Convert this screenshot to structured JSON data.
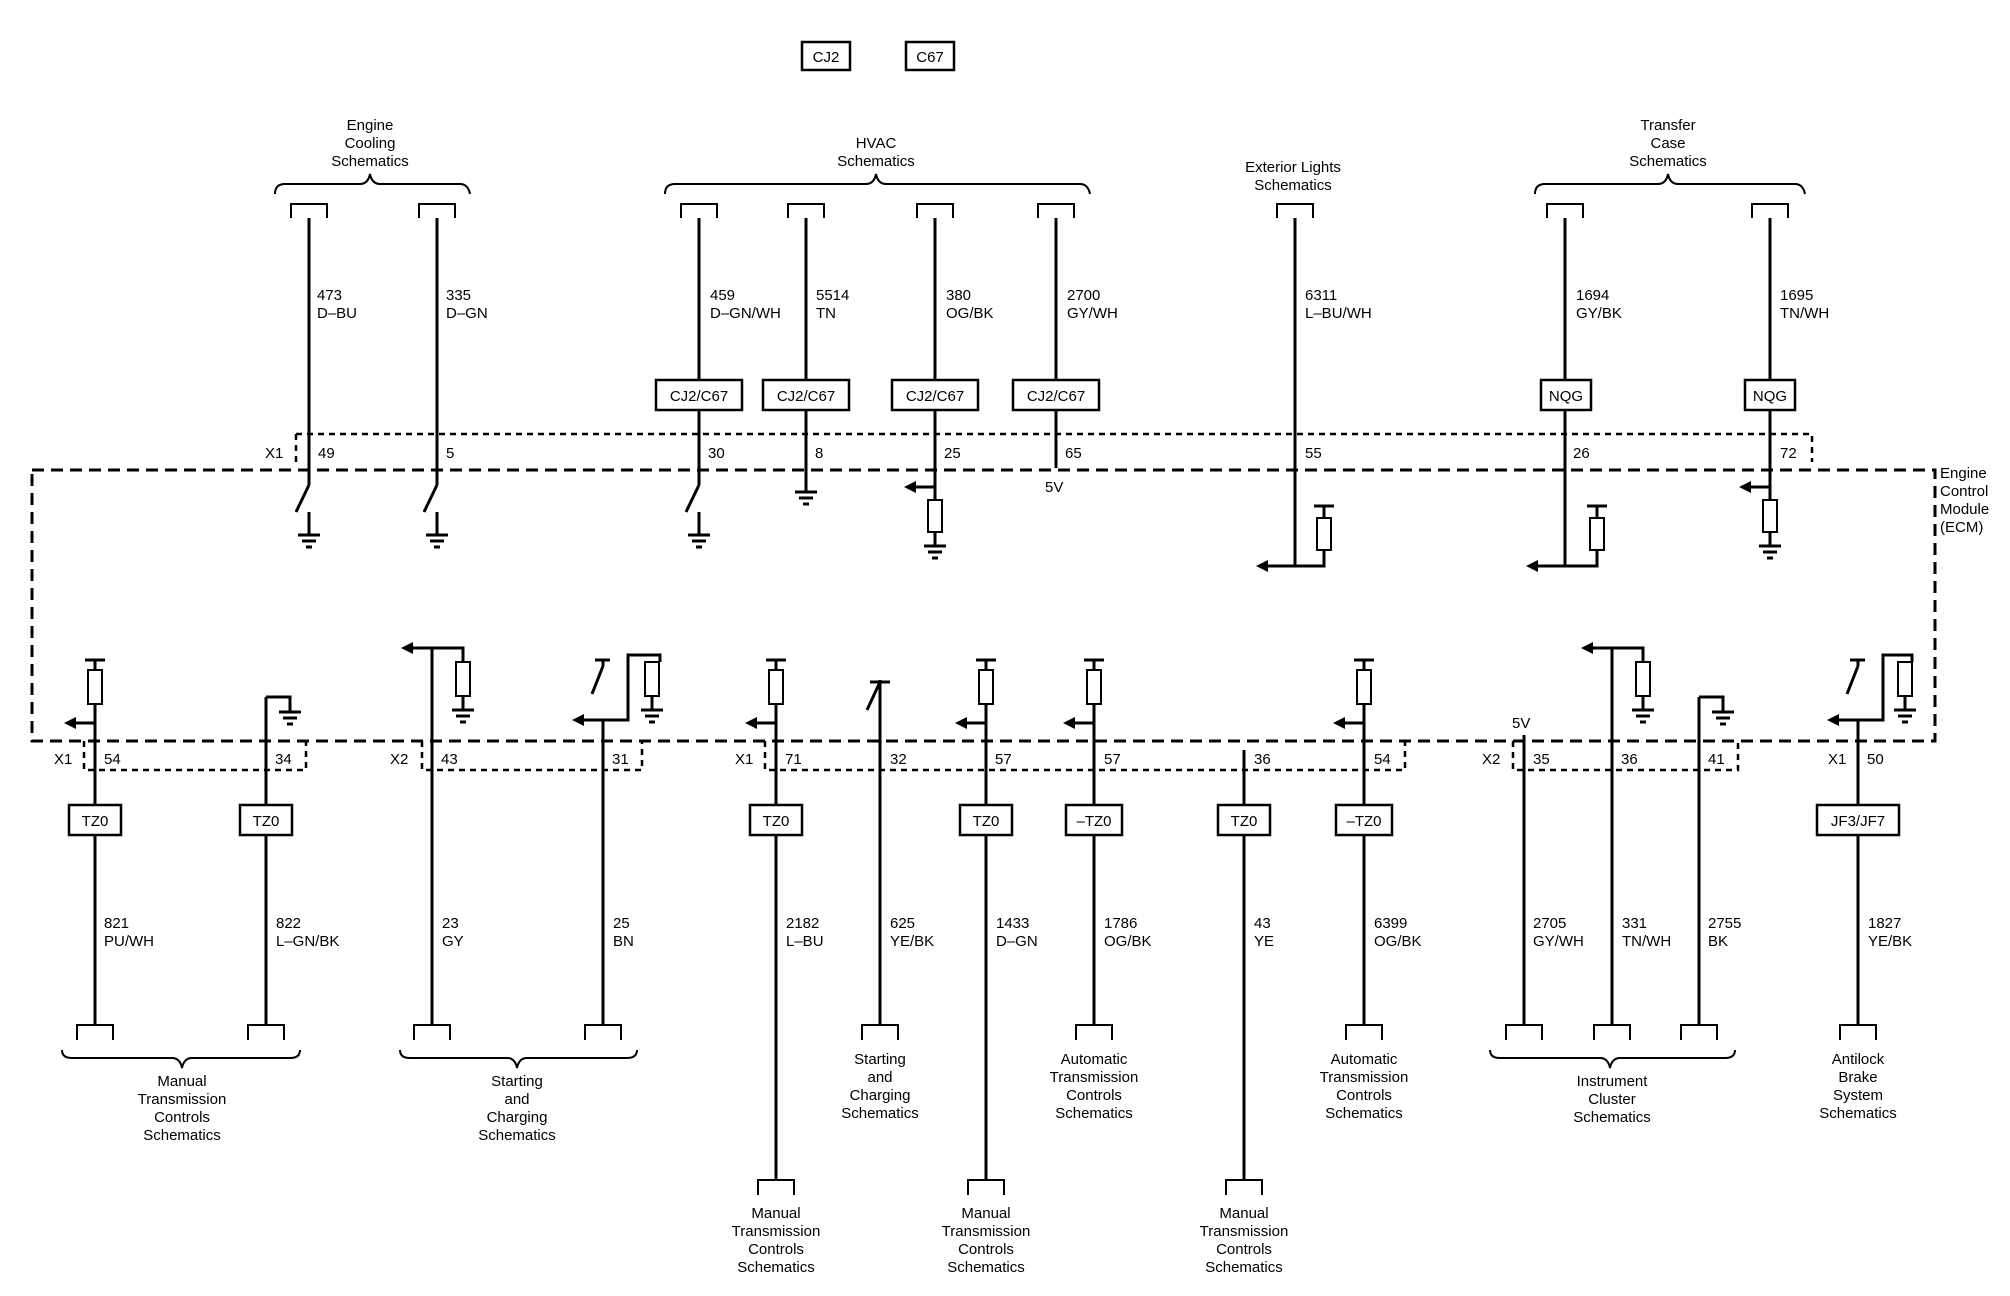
{
  "options": [
    "CJ2",
    "C67"
  ],
  "module": {
    "name": "Engine Control Module (ECM)",
    "lines": [
      "Engine",
      "Control",
      "Module",
      "(ECM)"
    ]
  },
  "top_groups": [
    {
      "lines": [
        "Engine",
        "Cooling",
        "Schematics"
      ]
    },
    {
      "lines": [
        "HVAC",
        "Schematics"
      ]
    },
    {
      "lines": [
        "Exterior Lights",
        "Schematics"
      ]
    },
    {
      "lines": [
        "Transfer",
        "Case",
        "Schematics"
      ]
    }
  ],
  "top_circuits": [
    {
      "circuit": "473",
      "color": "D–BU",
      "connector": "X1",
      "pin": "49"
    },
    {
      "circuit": "335",
      "color": "D–GN",
      "pin": "5"
    },
    {
      "circuit": "459",
      "color": "D–GN/WH",
      "option": "CJ2/C67",
      "pin": "30"
    },
    {
      "circuit": "5514",
      "color": "TN",
      "option": "CJ2/C67",
      "pin": "8"
    },
    {
      "circuit": "380",
      "color": "OG/BK",
      "option": "CJ2/C67",
      "pin": "25"
    },
    {
      "circuit": "2700",
      "color": "GY/WH",
      "option": "CJ2/C67",
      "pin": "65",
      "supply": "5V"
    },
    {
      "circuit": "6311",
      "color": "L–BU/WH",
      "pin": "55"
    },
    {
      "circuit": "1694",
      "color": "GY/BK",
      "option": "NQG",
      "pin": "26"
    },
    {
      "circuit": "1695",
      "color": "TN/WH",
      "option": "NQG",
      "pin": "72"
    }
  ],
  "bottom_circuits": [
    {
      "circuit": "821",
      "color": "PU/WH",
      "connector": "X1",
      "pin": "54",
      "option": "TZ0"
    },
    {
      "circuit": "822",
      "color": "L–GN/BK",
      "pin": "34",
      "option": "TZ0"
    },
    {
      "circuit": "23",
      "color": "GY",
      "connector": "X2",
      "pin": "43"
    },
    {
      "circuit": "25",
      "color": "BN",
      "pin": "31"
    },
    {
      "circuit": "2182",
      "color": "L–BU",
      "connector": "X1",
      "pin": "71",
      "option": "TZ0"
    },
    {
      "circuit": "625",
      "color": "YE/BK",
      "pin": "32"
    },
    {
      "circuit": "1433",
      "color": "D–GN",
      "pin": "57",
      "option": "TZ0"
    },
    {
      "circuit": "1786",
      "color": "OG/BK",
      "pin": "57",
      "option": "–TZ0"
    },
    {
      "circuit": "43",
      "color": "YE",
      "pin": "36",
      "option": "TZ0"
    },
    {
      "circuit": "6399",
      "color": "OG/BK",
      "pin": "54",
      "option": "–TZ0"
    },
    {
      "circuit": "2705",
      "color": "GY/WH",
      "connector": "X2",
      "pin": "35",
      "supply": "5V"
    },
    {
      "circuit": "331",
      "color": "TN/WH",
      "pin": "36"
    },
    {
      "circuit": "2755",
      "color": "BK",
      "pin": "41"
    },
    {
      "circuit": "1827",
      "color": "YE/BK",
      "connector": "X1",
      "pin": "50",
      "option": "JF3/JF7"
    }
  ],
  "bottom_groups": [
    {
      "lines": [
        "Manual",
        "Transmission",
        "Controls",
        "Schematics"
      ]
    },
    {
      "lines": [
        "Starting",
        "and",
        "Charging",
        "Schematics"
      ]
    },
    {
      "lines": [
        "Starting",
        "and",
        "Charging",
        "Schematics"
      ]
    },
    {
      "lines": [
        "Automatic",
        "Transmission",
        "Controls",
        "Schematics"
      ]
    },
    {
      "lines": [
        "Automatic",
        "Transmission",
        "Controls",
        "Schematics"
      ]
    },
    {
      "lines": [
        "Instrument",
        "Cluster",
        "Schematics"
      ]
    },
    {
      "lines": [
        "Antilock",
        "Brake",
        "System",
        "Schematics"
      ]
    },
    {
      "lines": [
        "Manual",
        "Transmission",
        "Controls",
        "Schematics"
      ]
    },
    {
      "lines": [
        "Manual",
        "Transmission",
        "Controls",
        "Schematics"
      ]
    },
    {
      "lines": [
        "Manual",
        "Transmission",
        "Controls",
        "Schematics"
      ]
    }
  ]
}
